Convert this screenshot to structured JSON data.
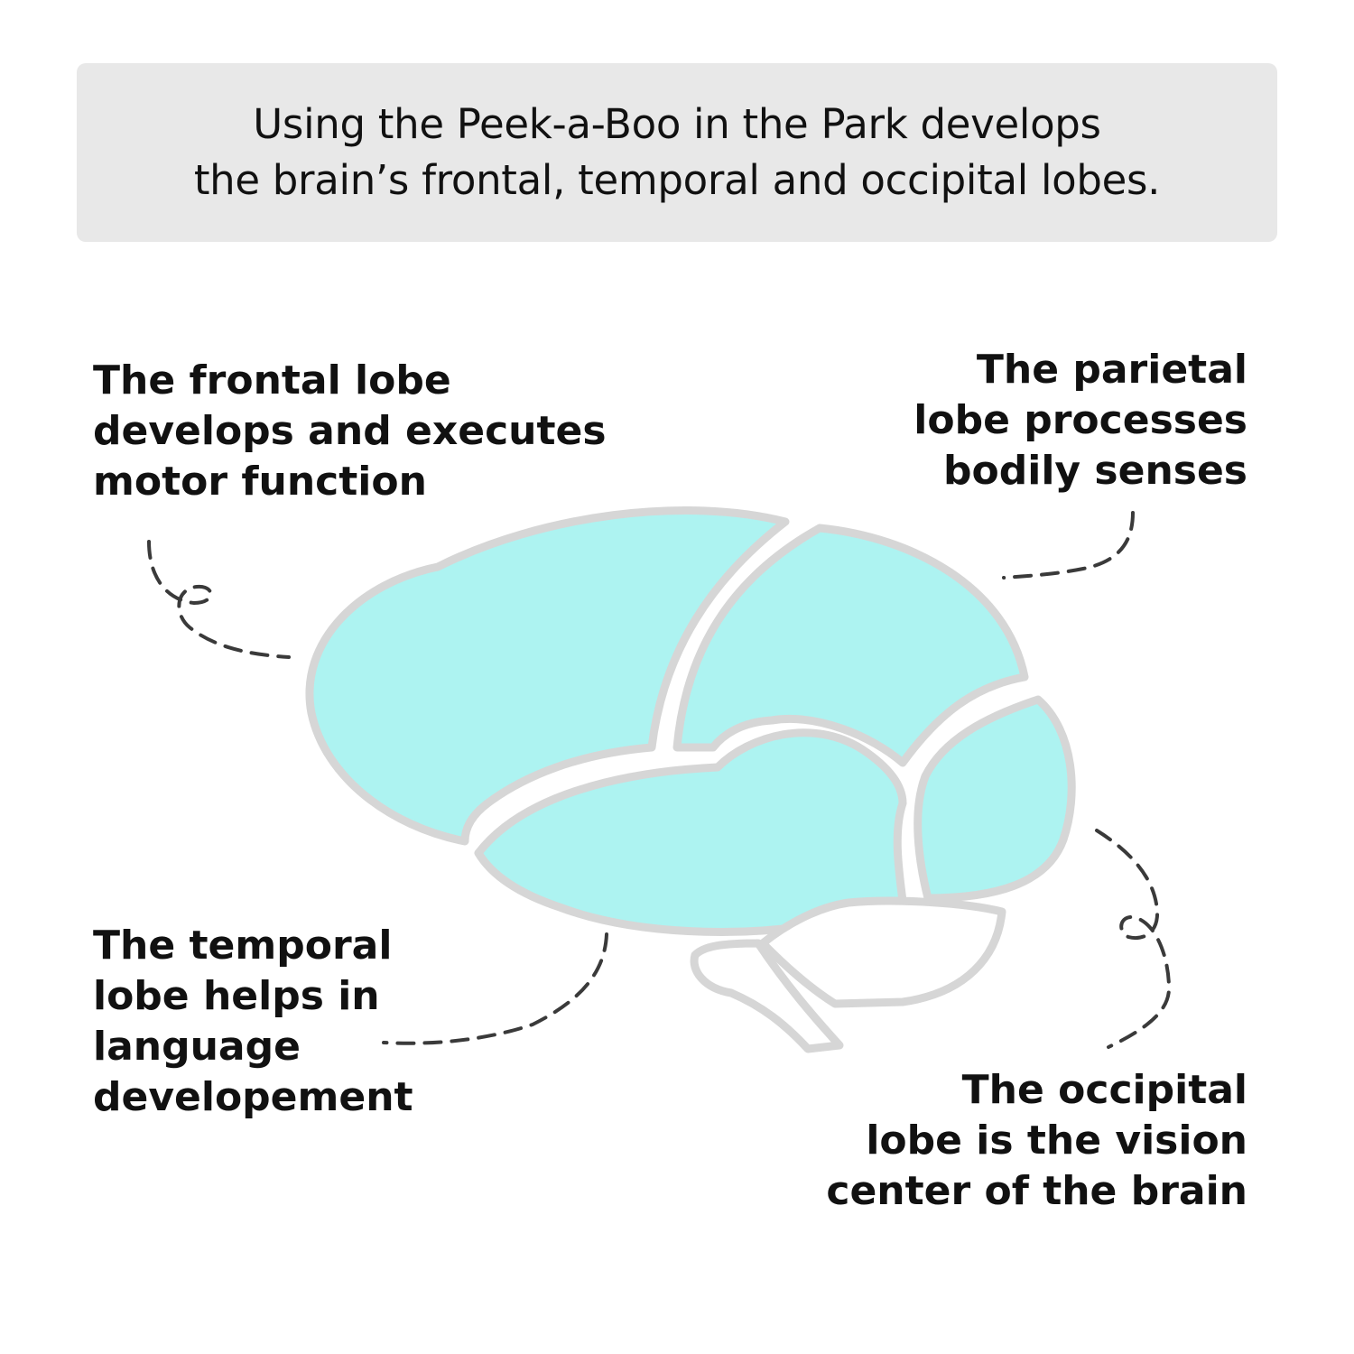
{
  "header": {
    "lines": [
      "Using the Peek-a-Boo in the Park develops",
      "the brain’s frontal, temporal and occipital lobes."
    ]
  },
  "labels": {
    "frontal": [
      "The frontal lobe",
      "develops and executes",
      "motor function"
    ],
    "parietal": [
      "The parietal",
      "lobe processes",
      "bodily senses"
    ],
    "temporal": [
      "The temporal",
      "lobe helps in",
      "language",
      "developement"
    ],
    "occipital": [
      "The occipital",
      "lobe is the vision",
      "center of the brain"
    ]
  },
  "colors": {
    "lobe_fill": "#adf3f1",
    "outline": "#d6d6d6",
    "header_bg": "#e8e8e8",
    "dash": "#3a3a3a"
  }
}
